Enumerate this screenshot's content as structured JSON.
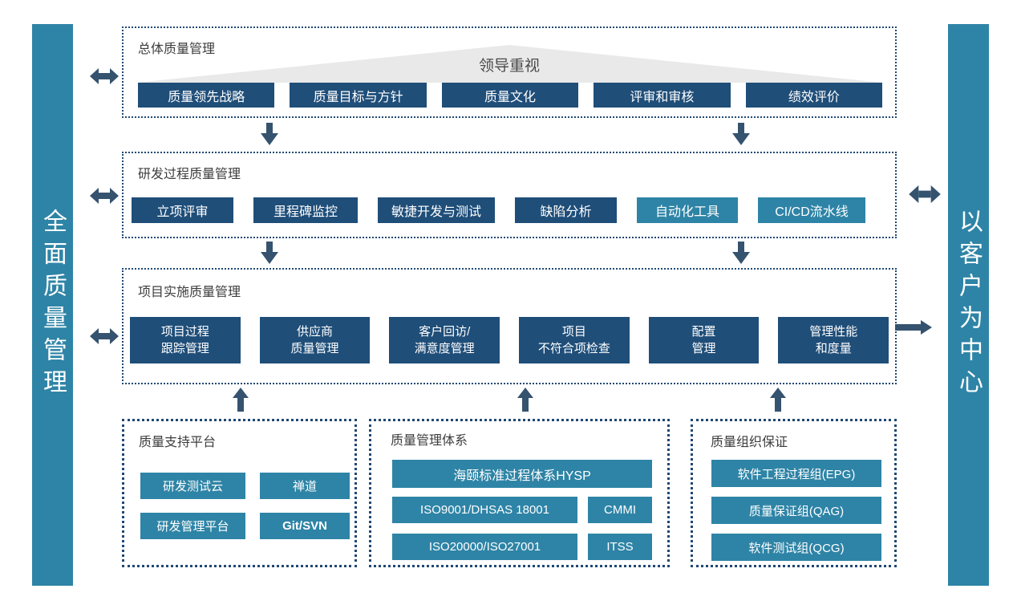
{
  "left_bar": {
    "label": "全面质量管理"
  },
  "right_bar": {
    "label": "以客户为中心"
  },
  "sections": {
    "overall": {
      "title": "总体质量管理",
      "banner": "领导重视",
      "buttons": [
        "质量领先战略",
        "质量目标与方针",
        "质量文化",
        "评审和审核",
        "绩效评价"
      ]
    },
    "rd_process": {
      "title": "研发过程质量管理",
      "buttons": [
        {
          "label": "立项评审",
          "variant": "navy"
        },
        {
          "label": "里程碑监控",
          "variant": "navy"
        },
        {
          "label": "敏捷开发与测试",
          "variant": "navy"
        },
        {
          "label": "缺陷分析",
          "variant": "navy"
        },
        {
          "label": "自动化工具",
          "variant": "teal"
        },
        {
          "label": "CI/CD流水线",
          "variant": "teal"
        }
      ]
    },
    "project_impl": {
      "title": "项目实施质量管理",
      "buttons": [
        "项目过程\n跟踪管理",
        "供应商\n质量管理",
        "客户回访/\n满意度管理",
        "项目\n不符合项检查",
        "配置\n管理",
        "管理性能\n和度量"
      ]
    },
    "support_platform": {
      "title": "质量支持平台",
      "buttons": [
        "研发测试云",
        "禅道",
        "研发管理平台",
        "Git/SVN"
      ]
    },
    "quality_system": {
      "title": "质量管理体系",
      "wide_button": "海颐标准过程体系HYSP",
      "buttons_row1": [
        "ISO9001/DHSAS 18001",
        "CMMI"
      ],
      "buttons_row2": [
        "ISO20000/ISO27001",
        "ITSS"
      ]
    },
    "org_assurance": {
      "title": "质量组织保证",
      "buttons": [
        "软件工程过程组(EPG)",
        "质量保证组(QAG)",
        "软件测试组(QCG)"
      ]
    }
  },
  "colors": {
    "navy": "#1F4E79",
    "teal": "#2E84A6",
    "arrow": "#35536F",
    "dotted_border": "#1F4873",
    "triangle_bg": "#E9E9E9"
  }
}
